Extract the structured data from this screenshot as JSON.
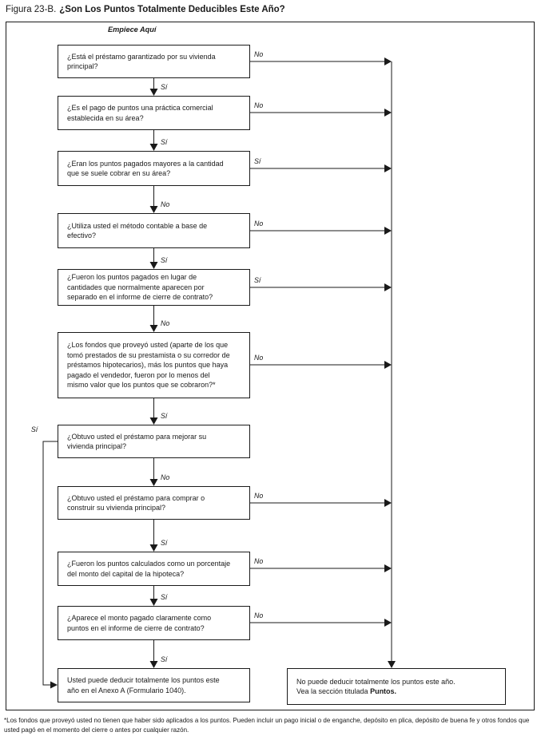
{
  "title": {
    "prefix": "Figura 23-B.",
    "main": "¿Son Los Puntos Totalmente Deducibles Este Año?"
  },
  "flow": {
    "start_label": "Empiece Aquí",
    "questions": [
      {
        "text": "¿Está el préstamo garantizado por su vivienda principal?",
        "side": "No",
        "down": "Sí"
      },
      {
        "text": "¿Es el pago de puntos una práctica comercial establecida en su área?",
        "side": "No",
        "down": "Sí"
      },
      {
        "text": "¿Eran los puntos pagados mayores a la cantidad que se suele cobrar en su área?",
        "side": "Sí",
        "down": "No"
      },
      {
        "text": "¿Utiliza usted el método contable a base de efectivo?",
        "side": "No",
        "down": "Sí"
      },
      {
        "text": "¿Fueron los puntos pagados en lugar de cantidades que normalmente aparecen por separado en el informe de cierre de contrato?",
        "side": "Sí",
        "down": "No"
      },
      {
        "text": "¿Los fondos que proveyó usted (aparte de los que tomó prestados de su prestamista o su corredor de préstamos hipotecarios), más los puntos que haya pagado el vendedor, fueron por lo menos del mismo valor que los puntos que se cobraron?*",
        "side": "No",
        "down": "Sí"
      },
      {
        "text": "¿Obtuvo usted el préstamo para mejorar su vivienda principal?",
        "side": "Sí",
        "down": "No"
      },
      {
        "text": "¿Obtuvo usted el préstamo para comprar o construir su vivienda principal?",
        "side": "No",
        "down": "Sí"
      },
      {
        "text": "¿Fueron los puntos calculados como un porcentaje del monto del capital de la hipoteca?",
        "side": "No",
        "down": "Sí"
      },
      {
        "text": "¿Aparece el monto pagado claramente como puntos en el informe de cierre de contrato?",
        "side": "No",
        "down": "Sí"
      }
    ],
    "outcomes": {
      "deductible": "Usted puede deducir totalmente los puntos este año en el Anexo A (Formulario 1040).",
      "not_deductible_line": "No puede deducir totalmente los puntos este año.",
      "not_deductible_see": "Vea la sección titulada ",
      "not_deductible_see_bold": "Puntos."
    }
  },
  "footnote": "*Los fondos que proveyó usted no tienen que haber sido aplicados a los puntos. Pueden incluir un pago inicial o de enganche, depósito en plica, depósito de buena fe y otros fondos que usted pagó en el momento del cierre o antes por cualquier razón.",
  "colors": {
    "ink": "#1a1a1a",
    "background": "#ffffff"
  }
}
